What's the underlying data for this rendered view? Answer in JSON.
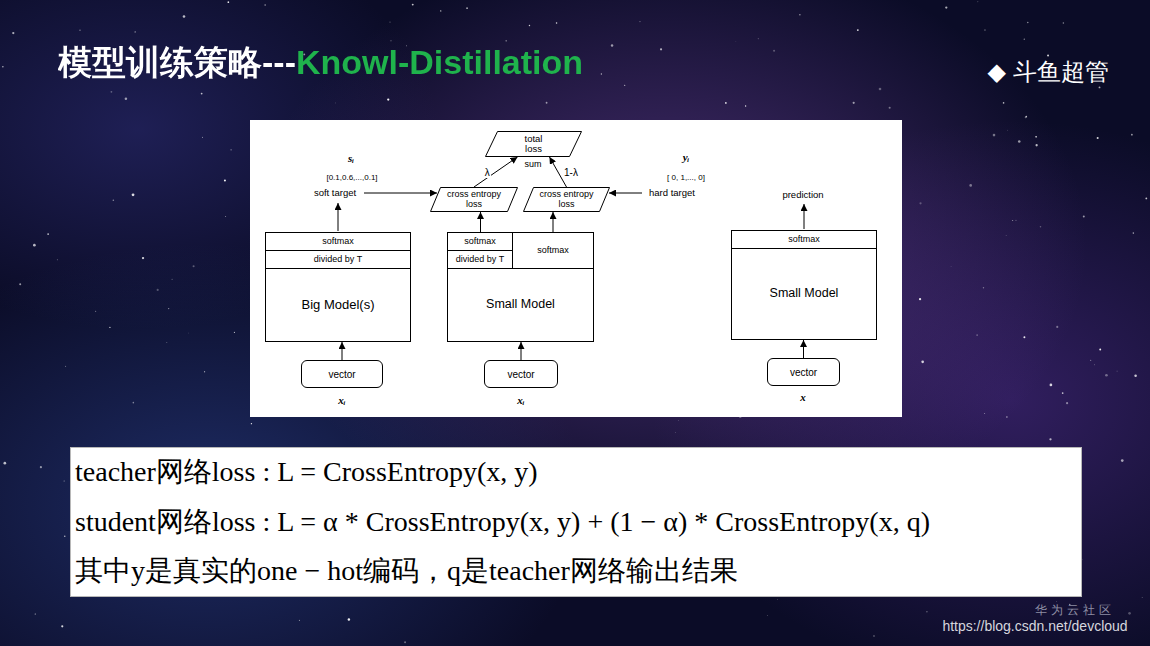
{
  "diagram": {
    "title": "模型训练策略---Knowl-Distillation",
    "nodes": [
      {
        "text": [
          "total loss"
        ]
      },
      {
        "text": [
          "cross entropy loss"
        ]
      },
      {
        "text": [
          "cross entropy loss"
        ]
      },
      {
        "text": [
          "Big Model(s)"
        ]
      },
      {
        "text": [
          "softmax"
        ],
        "in": 3
      },
      {
        "text": [
          "divided by T"
        ],
        "in": 3
      },
      {
        "text": [
          "Small Model"
        ]
      },
      {
        "text": [
          "softmax"
        ],
        "in": 6
      },
      {
        "text": [
          "divided by T"
        ],
        "in": 6
      },
      {
        "text": [
          "softmax"
        ],
        "in": 6
      },
      {
        "text": [
          "Small Model"
        ]
      },
      {
        "text": [
          "softmax"
        ],
        "in": 10
      },
      {
        "text": [
          "vector"
        ]
      },
      {
        "text": [
          "vector"
        ]
      },
      {
        "text": [
          "vector"
        ]
      },
      {
        "text": [
          "teacher网络loss : L = CrossEntropy(x, y)",
          "student网络loss : L = α * CrossEntropy(x, y) + (1 − α) * CrossEntropy(x, q)",
          "其中y是真实的one − hot编码，q是teacher网络输出结果"
        ]
      }
    ],
    "edges": [
      {
        "from": 12,
        "to": 3,
        "arrow": "to"
      },
      {
        "from": 13,
        "to": 6,
        "arrow": "to"
      },
      {
        "from": 14,
        "to": 10,
        "arrow": "to"
      },
      {
        "from": 7,
        "to": 1,
        "arrow": "to"
      },
      {
        "from": 9,
        "to": 2,
        "arrow": "to"
      },
      {
        "from": 1,
        "to": 0,
        "label": "λ",
        "arrow": "to"
      },
      {
        "from": 2,
        "to": 0,
        "label": "1-λ",
        "arrow": "to"
      }
    ],
    "labels": [
      "◆ 斗鱼超管",
      "sᵢ",
      "[0.1,0.6,...,0.1]",
      "soft target",
      "sum",
      "yᵢ",
      "[ 0, 1,..., 0]",
      "hard target",
      "prediction",
      "xᵢ",
      "xᵢ",
      "x",
      "华为云社区",
      "https://blog.csdn.net/devcloud"
    ]
  }
}
